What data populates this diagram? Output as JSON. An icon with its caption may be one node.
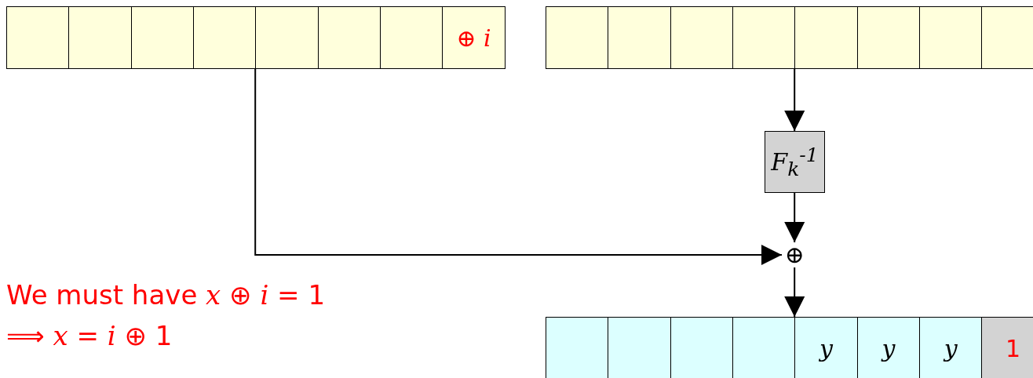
{
  "diagram": {
    "nodes": [
      {
        "text": [],
        "shape": "bar"
      },
      {
        "text": [],
        "shape": "box",
        "in": 0
      },
      {
        "text": [],
        "shape": "box",
        "in": 0
      },
      {
        "text": [],
        "shape": "box",
        "in": 0
      },
      {
        "text": [],
        "shape": "box",
        "in": 0
      },
      {
        "text": [],
        "shape": "box",
        "in": 0
      },
      {
        "text": [],
        "shape": "box",
        "in": 0
      },
      {
        "text": [],
        "shape": "box",
        "in": 0
      },
      {
        "text": [
          "⊕ *i*"
        ],
        "in": 0
      },
      {
        "text": [],
        "shape": "bar"
      },
      {
        "text": [],
        "shape": "box",
        "in": 9
      },
      {
        "text": [],
        "shape": "box",
        "in": 9
      },
      {
        "text": [],
        "shape": "box",
        "in": 9
      },
      {
        "text": [],
        "shape": "box",
        "in": 9
      },
      {
        "text": [],
        "shape": "box",
        "in": 9
      },
      {
        "text": [],
        "shape": "box",
        "in": 9
      },
      {
        "text": [],
        "shape": "box",
        "in": 9
      },
      {
        "text": [],
        "shape": "box",
        "in": 9
      },
      {
        "text": [
          "F$_{k}$$^{-1}$"
        ]
      },
      {
        "text": [
          "⊕"
        ]
      },
      {
        "text": [],
        "shape": "bar"
      },
      {
        "text": [],
        "shape": "box",
        "in": 20
      },
      {
        "text": [],
        "shape": "box",
        "in": 20
      },
      {
        "text": [],
        "shape": "box",
        "in": 20
      },
      {
        "text": [],
        "shape": "box",
        "in": 20
      },
      {
        "text": [
          "y"
        ],
        "in": 20
      },
      {
        "text": [
          "y"
        ],
        "in": 20
      },
      {
        "text": [
          "y"
        ],
        "in": 20
      },
      {
        "text": [
          "1"
        ],
        "in": 20
      }
    ],
    "edges": [
      {
        "from": 9,
        "to": 18,
        "arrow": "to"
      },
      {
        "from": 18,
        "to": 19,
        "arrow": "to"
      },
      {
        "from": 0,
        "to": 19,
        "arrow": "to"
      },
      {
        "from": 19,
        "to": 20,
        "arrow": "to"
      }
    ],
    "labels": [
      "We must have *x* ⊕ *i* = 1",
      "⟹ *x* = *i* ⊕ 1"
    ]
  }
}
